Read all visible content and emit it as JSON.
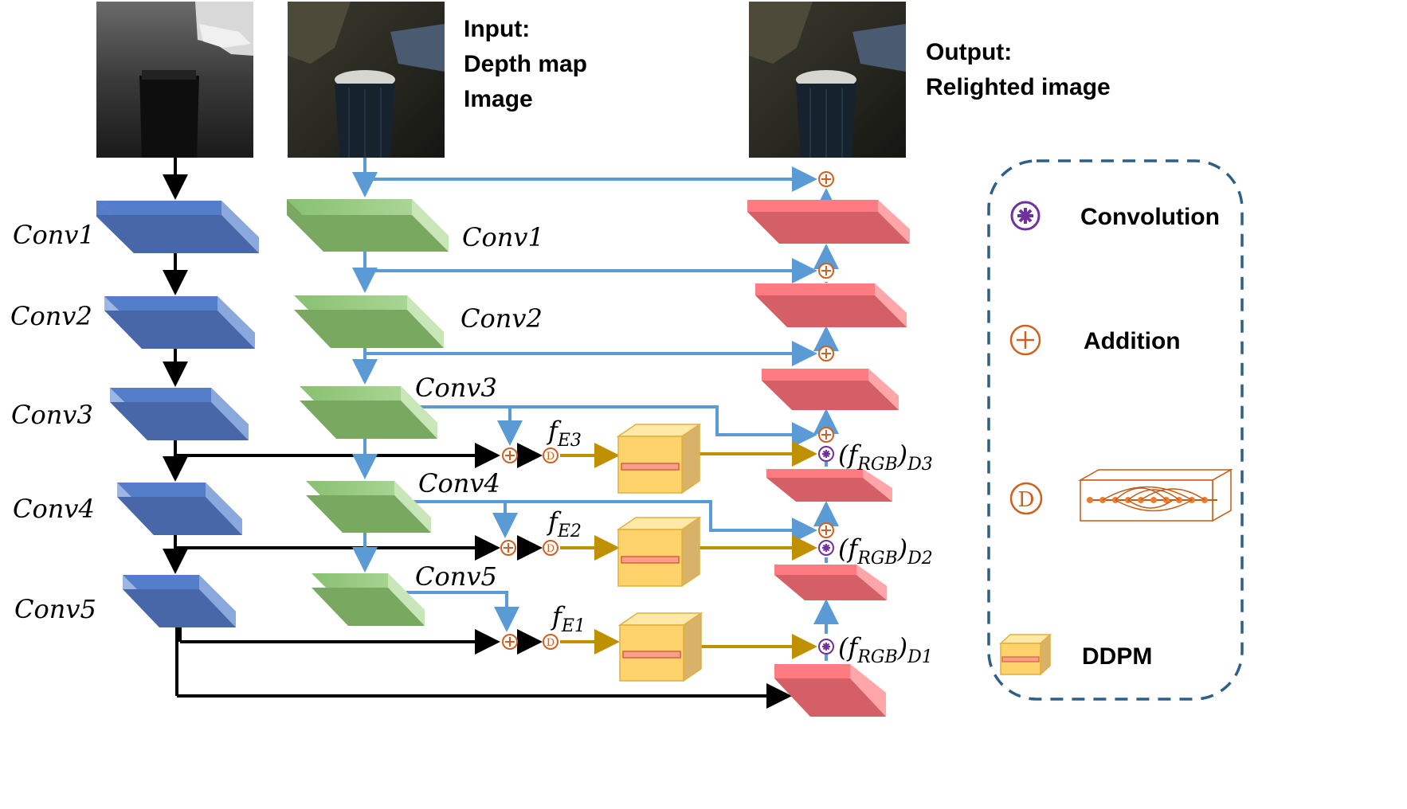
{
  "input_label": {
    "title": "Input:",
    "line1": "Depth map",
    "line2": "Image"
  },
  "output_label": {
    "title": "Output:",
    "line1": "Relighted image"
  },
  "depth_branch": {
    "layers": [
      "Conv1",
      "Conv2",
      "Conv3",
      "Conv4",
      "Conv5"
    ]
  },
  "rgb_branch": {
    "layers": [
      "Conv1",
      "Conv2",
      "Conv3",
      "Conv4",
      "Conv5"
    ]
  },
  "fusion": {
    "encoder_features": [
      {
        "base": "f",
        "sub": "E3"
      },
      {
        "base": "f",
        "sub": "E2"
      },
      {
        "base": "f",
        "sub": "E1"
      }
    ],
    "decoder_features": [
      {
        "text": "(f",
        "sub1": "RGB",
        "close": ")",
        "sub2": "D3"
      },
      {
        "text": "(f",
        "sub1": "RGB",
        "close": ")",
        "sub2": "D2"
      },
      {
        "text": "(f",
        "sub1": "RGB",
        "close": ")",
        "sub2": "D1"
      }
    ],
    "ddpm_symbol": "D"
  },
  "legend": {
    "items": [
      {
        "label": "Convolution",
        "icon": "convolution-icon"
      },
      {
        "label": "Addition",
        "icon": "addition-icon"
      },
      {
        "label": "",
        "icon": "ddpm-operator-icon"
      },
      {
        "label": "DDPM",
        "icon": "ddpm-block-icon"
      }
    ]
  },
  "colors": {
    "depth_encoder": "#4472c4",
    "rgb_encoder": "#8fbc70",
    "decoder": "#f06a70",
    "ddpm": "#ffd36b",
    "skip_arrow": "#5b9bd5",
    "depth_arrow": "#000000",
    "ddpm_arrow": "#bf9000",
    "addition": "#d06020",
    "convolution": "#7030a0",
    "legend_border": "#2e5f87"
  }
}
